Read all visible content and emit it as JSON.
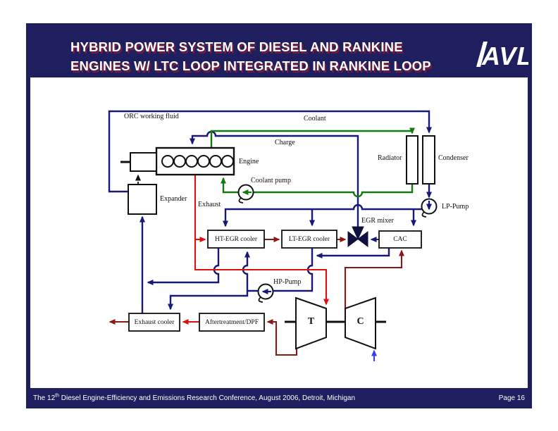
{
  "slide": {
    "title_line1": "HYBRID POWER SYSTEM OF DIESEL AND RANKINE",
    "title_line2": "ENGINES W/ LTC LOOP INTEGRATED IN RANKINE LOOP",
    "logo_text": "AVL",
    "footer": {
      "prefix": "The 12",
      "superscript": "th",
      "rest": " Diesel Engine-Efficiency and Emissions Research Conference, August 2006, Detroit, Michigan",
      "page": "Page 16"
    }
  },
  "diagram": {
    "components": {
      "engine": "Engine",
      "expander": "Expander",
      "radiator": "Radiator",
      "condenser": "Condenser",
      "lp_pump": "LP-Pump",
      "hp_pump": "HP-Pump",
      "coolant_pump": "Coolant pump",
      "ht_egr_cooler": "HT-EGR cooler",
      "lt_egr_cooler": "LT-EGR cooler",
      "cac": "CAC",
      "egr_mixer": "EGR mixer",
      "exhaust_cooler": "Exhaust cooler",
      "aftertreatment": "Aftertreatment/DPF",
      "turbine": "T",
      "compressor": "C"
    },
    "flow_labels": {
      "orc": "ORC working fluid",
      "coolant": "Coolant",
      "charge": "Charge",
      "exhaust": "Exhaust"
    },
    "colors": {
      "slide_bg": "#1f1f5f",
      "orc_loop": "#191975",
      "coolant_loop": "#137a13",
      "exhaust_hot": "#e01010",
      "exhaust_charge": "#8b1717",
      "fresh_air": "#3c3cf0"
    }
  }
}
